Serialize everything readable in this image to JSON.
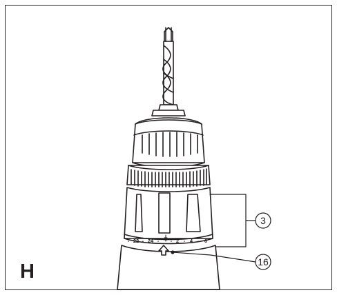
{
  "figure": {
    "panel_letter": "H",
    "callouts": [
      {
        "id": "torque-collar",
        "label": "3"
      },
      {
        "id": "setting-mark",
        "label": "16"
      }
    ],
    "scale_labels": [
      "-",
      "22",
      "-",
      "24",
      "-",
      "",
      "-",
      "2",
      "-",
      "4",
      "-",
      "6"
    ],
    "line_color": "#231f20"
  }
}
